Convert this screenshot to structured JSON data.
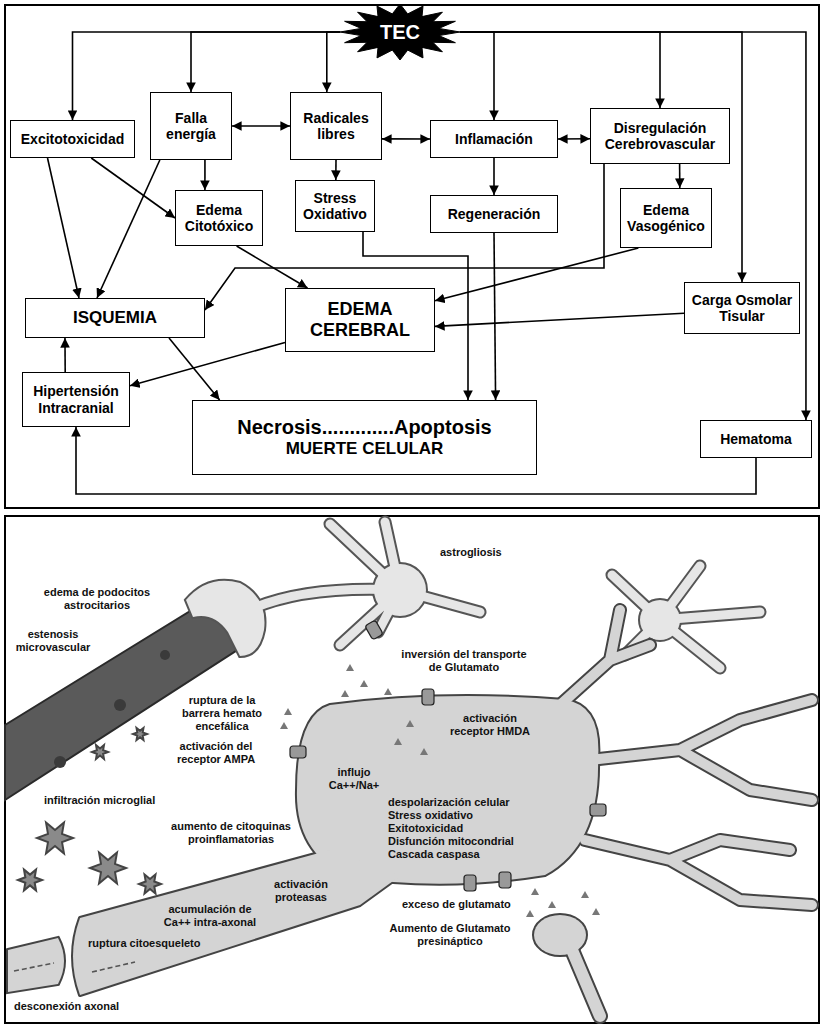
{
  "diagram": {
    "nodes": [
      {
        "text": [
          "TEC"
        ]
      },
      {
        "text": [
          "Excitotoxicidad"
        ]
      },
      {
        "text": [
          "Falla energía"
        ]
      },
      {
        "text": [
          "Radicales libres"
        ]
      },
      {
        "text": [
          "Inflamación"
        ]
      },
      {
        "text": [
          "Disregulación Cerebrovascular"
        ]
      },
      {
        "text": [
          "Edema Citotóxico"
        ]
      },
      {
        "text": [
          "Stress Oxidativo"
        ]
      },
      {
        "text": [
          "Regeneración"
        ]
      },
      {
        "text": [
          "Edema Vasogénico"
        ]
      },
      {
        "text": [
          "ISQUEMIA"
        ]
      },
      {
        "text": [
          "EDEMA CEREBRAL"
        ]
      },
      {
        "text": [
          "Carga Osmolar Tisular"
        ]
      },
      {
        "text": [
          "Hipertensión Intracranial"
        ]
      },
      {
        "text": [
          "Necrosis.............Apoptosis",
          "MUERTE CELULAR"
        ]
      },
      {
        "text": [
          "Hematoma"
        ]
      }
    ],
    "edges": [
      {
        "from": 0,
        "to": 1,
        "arrow": "to"
      },
      {
        "from": 0,
        "to": 2,
        "arrow": "to"
      },
      {
        "from": 0,
        "to": 3,
        "arrow": "to"
      },
      {
        "from": 0,
        "to": 4,
        "arrow": "to"
      },
      {
        "from": 0,
        "to": 5,
        "arrow": "to"
      },
      {
        "from": 0,
        "to": 12,
        "arrow": "to"
      },
      {
        "from": 0,
        "to": 15,
        "arrow": "to"
      },
      {
        "from": 2,
        "to": 3,
        "arrow": "both"
      },
      {
        "from": 3,
        "to": 4,
        "arrow": "both"
      },
      {
        "from": 4,
        "to": 5,
        "arrow": "both"
      },
      {
        "from": 3,
        "to": 7,
        "arrow": "to"
      },
      {
        "from": 4,
        "to": 8,
        "arrow": "to"
      },
      {
        "from": 2,
        "to": 6,
        "arrow": "to"
      },
      {
        "from": 1,
        "to": 6,
        "arrow": "to"
      },
      {
        "from": 1,
        "to": 10,
        "arrow": "to"
      },
      {
        "from": 2,
        "to": 10,
        "arrow": "to"
      },
      {
        "from": 5,
        "to": 9,
        "arrow": "to"
      },
      {
        "from": 5,
        "to": 10,
        "arrow": "to"
      },
      {
        "from": 6,
        "to": 11,
        "arrow": "to"
      },
      {
        "from": 9,
        "to": 11,
        "arrow": "to"
      },
      {
        "from": 12,
        "to": 11,
        "arrow": "to"
      },
      {
        "from": 11,
        "to": 13,
        "arrow": "to"
      },
      {
        "from": 13,
        "to": 10,
        "arrow": "to"
      },
      {
        "from": 10,
        "to": 14,
        "arrow": "to"
      },
      {
        "from": 7,
        "to": 14,
        "arrow": "to"
      },
      {
        "from": 8,
        "to": 14,
        "arrow": "to"
      },
      {
        "from": 15,
        "to": 13,
        "arrow": "to"
      }
    ],
    "labels": [
      "edema de podocitos astrocitarios",
      "astrogliosis",
      "estenosis microvascular",
      "inversión del transporte de Glutamato",
      "ruptura de la barrera hemato encefálica",
      "activación receptor HMDA",
      "activación del receptor AMPA",
      "influjo Ca++/Na+",
      "despolarización celular",
      "Stress oxidativo",
      "Exitotoxicidad",
      "Disfunción mitocondrial",
      "Cascada caspasa",
      "infiltración microglial",
      "aumento de citoquinas proinflamatorias",
      "exceso de glutamato",
      "acumulación de Ca++ intra-axonal",
      "activación proteasas",
      "Aumento de Glutamato presináptico",
      "ruptura citoesqueleto",
      "desconexión axonal"
    ]
  }
}
